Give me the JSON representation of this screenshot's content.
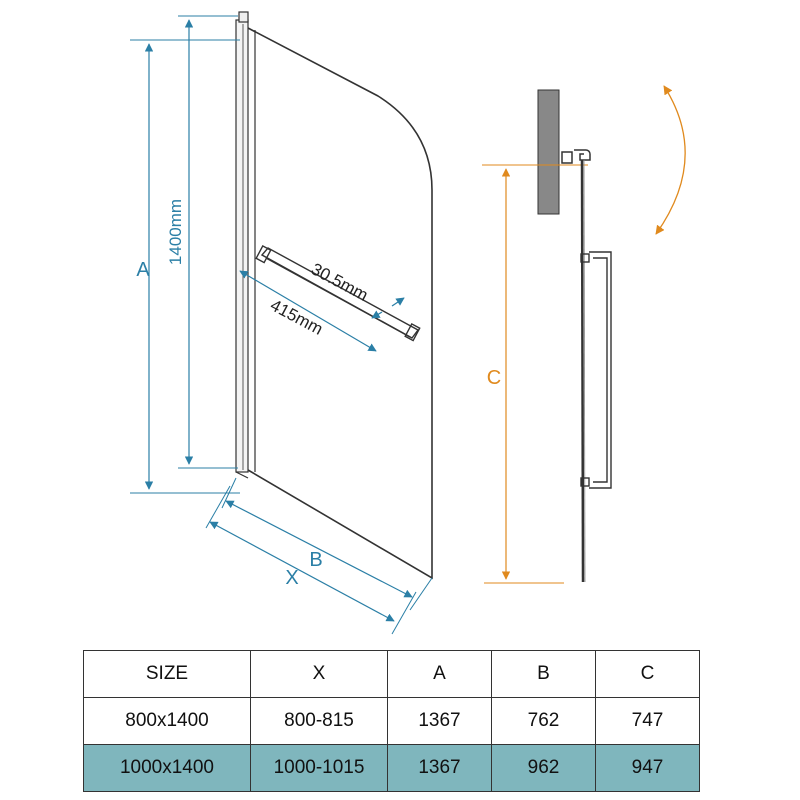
{
  "colors": {
    "dimension_blue": "#2b7fa6",
    "dimension_orange": "#e08a1e",
    "highlight_row": "#7fb6bd"
  },
  "front_view": {
    "label_a": "A",
    "label_height": "1400mm",
    "label_handle_offset": "30.5mm",
    "label_handle_length": "415mm",
    "label_b": "B",
    "label_x": "X"
  },
  "side_view": {
    "label_c": "C"
  },
  "size_table": {
    "headers": [
      "SIZE",
      "X",
      "A",
      "B",
      "C"
    ],
    "rows": [
      [
        "800x1400",
        "800-815",
        "1367",
        "762",
        "747"
      ],
      [
        "1000x1400",
        "1000-1015",
        "1367",
        "962",
        "947"
      ]
    ]
  }
}
